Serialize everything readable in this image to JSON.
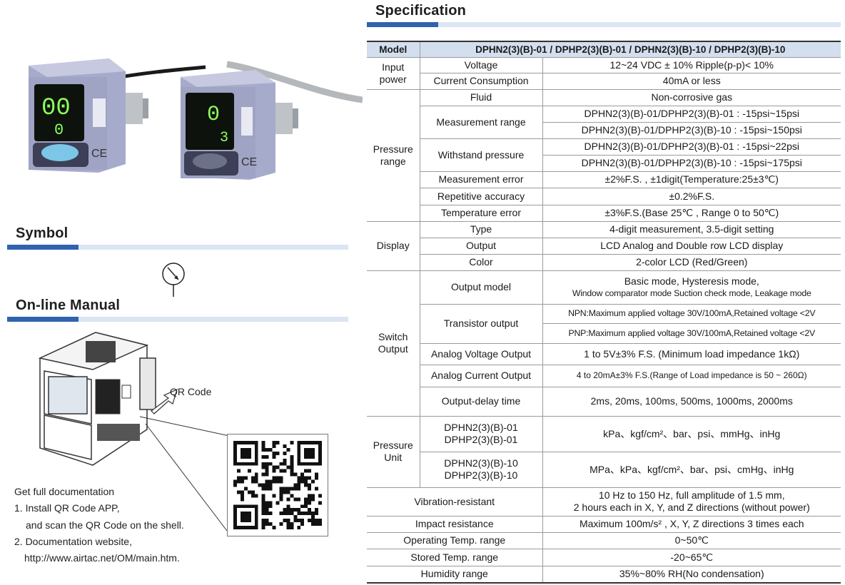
{
  "sections": {
    "specification": "Specification",
    "symbol": "Symbol",
    "manual": "On-line Manual"
  },
  "manual": {
    "qr_label": "QR Code",
    "line1": "Get full documentation",
    "line2": "1. Install QR Code APP,",
    "line3": "and scan the QR Code on the shell.",
    "line4": "2. Documentation website,",
    "line5": "http://www.airtac.net/OM/main.htm."
  },
  "spec": {
    "header_model": "Model",
    "header_models": "DPHN2(3)(B)-01  /  DPHP2(3)(B)-01  /  DPHN2(3)(B)-10  /  DPHP2(3)(B)-10",
    "input_power": "Input power",
    "voltage": "Voltage",
    "voltage_val": "12~24 VDC ± 10%   Ripple(p-p)< 10%",
    "current": "Current Consumption",
    "current_val": "40mA or less",
    "pressure_range": "Pressure range",
    "fluid": "Fluid",
    "fluid_val": "Non-corrosive gas",
    "measurement_range": "Measurement range",
    "mr_val1": "DPHN2(3)(B)-01/DPHP2(3)(B)-01 : -15psi~15psi",
    "mr_val2": "DPHN2(3)(B)-01/DPHP2(3)(B)-10 : -15psi~150psi",
    "withstand": "Withstand pressure",
    "wp_val1": "DPHN2(3)(B)-01/DPHP2(3)(B)-01 : -15psi~22psi",
    "wp_val2": "DPHN2(3)(B)-01/DPHP2(3)(B)-10 : -15psi~175psi",
    "meas_error": "Measurement error",
    "meas_error_val": "±2%F.S. , ±1digit(Temperature:25±3℃)",
    "repetitive": "Repetitive accuracy",
    "repetitive_val": "±0.2%F.S.",
    "temp_error": "Temperature error",
    "temp_error_val": "±3%F.S.(Base 25℃ , Range 0 to 50℃)",
    "display": "Display",
    "type": "Type",
    "type_val": "4-digit measurement, 3.5-digit setting",
    "output": "Output",
    "output_val": "LCD Analog and Double row LCD display",
    "color": "Color",
    "color_val": "2-color LCD (Red/Green)",
    "switch_output": "Switch Output",
    "output_model": "Output model",
    "output_model_val1": "Basic mode, Hysteresis mode,",
    "output_model_val2": "Window comparator mode Suction check mode, Leakage mode",
    "transistor": "Transistor output",
    "npn_val": "NPN:Maximum applied voltage 30V/100mA,Retained voltage <2V",
    "pnp_val": "PNP:Maximum applied voltage 30V/100mA,Retained voltage <2V",
    "analog_voltage": "Analog Voltage Output",
    "analog_voltage_val": "1 to 5V±3% F.S. (Minimum load impedance 1kΩ)",
    "analog_current": "Analog Current Output",
    "analog_current_val": "4 to 20mA±3% F.S.(Range of Load impedance is 50 ~ 260Ω)",
    "output_delay": "Output-delay time",
    "output_delay_val": "2ms, 20ms, 100ms, 500ms, 1000ms, 2000ms",
    "pressure_unit": "Pressure Unit",
    "pu_model1a": "DPHN2(3)(B)-01",
    "pu_model1b": "DPHP2(3)(B)-01",
    "pu_val1": "kPa、kgf/cm²、bar、psi、mmHg、inHg",
    "pu_model2a": "DPHN2(3)(B)-10",
    "pu_model2b": "DPHP2(3)(B)-10",
    "pu_val2": "MPa、kPa、kgf/cm²、bar、psi、cmHg、inHg",
    "vibration": "Vibration-resistant",
    "vibration_val1": "10 Hz to 150 Hz, full amplitude of 1.5 mm,",
    "vibration_val2": "2 hours each in X, Y, and Z directions (without power)",
    "impact": "Impact resistance",
    "impact_val": "Maximum 100m/s² , X, Y, Z directions 3 times each",
    "operating": "Operating Temp. range",
    "operating_val": "0~50℃",
    "stored": "Stored Temp. range",
    "stored_val": "-20~65℃",
    "humidity": "Humidity range",
    "humidity_val": "35%~80% RH(No condensation)"
  },
  "colors": {
    "accent": "#2f63ad",
    "accent_light": "#dbe5f3",
    "header_bg": "#d3deee",
    "device_body": "#a9aecd",
    "lcd_green": "#7cff5a"
  },
  "icons": {
    "symbol": "pressure-gauge-icon",
    "arrow": "arrow-pointer-icon"
  }
}
